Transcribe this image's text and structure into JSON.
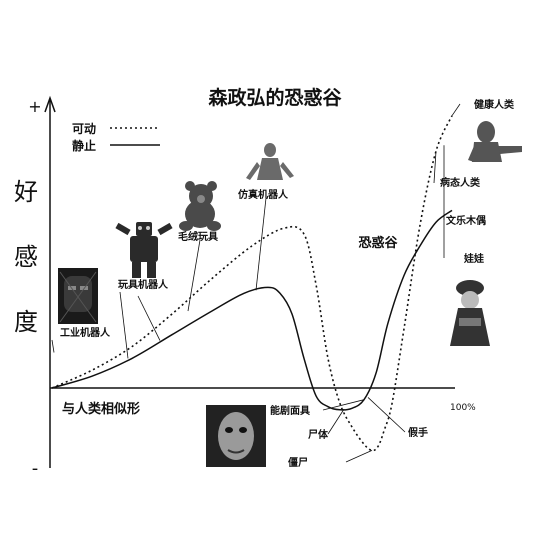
{
  "chart_data": {
    "type": "line",
    "title": "森政弘的恐惑谷",
    "ylabel": "好感度",
    "xlabel": "与人类相似形",
    "y_plus": "+",
    "y_minus": "-",
    "x_end_label": "100%",
    "valley_label": "恐惑谷",
    "xlim": [
      0,
      100
    ],
    "ylim": [
      -100,
      100
    ],
    "legend": {
      "position": "top-left",
      "items": [
        {
          "label": "可动",
          "style": "dotted"
        },
        {
          "label": "静止",
          "style": "solid"
        }
      ]
    },
    "series": [
      {
        "name": "可动",
        "style": "dotted",
        "x": [
          0,
          10,
          20,
          30,
          40,
          50,
          58,
          63,
          66,
          69,
          72,
          75,
          78,
          80,
          81.5,
          83,
          85,
          88,
          92,
          96,
          100
        ],
        "y": [
          0,
          6,
          14,
          25,
          37,
          48,
          54,
          52,
          35,
          10,
          -20,
          -50,
          -72,
          -80,
          -75,
          -55,
          -20,
          20,
          55,
          80,
          92
        ]
      },
      {
        "name": "静止",
        "style": "solid",
        "x": [
          0,
          10,
          20,
          30,
          40,
          48,
          54,
          57,
          60,
          63,
          66,
          69,
          72,
          75,
          78,
          81,
          84,
          88,
          92,
          96,
          100
        ],
        "y": [
          0,
          4,
          10,
          18,
          26,
          32,
          34,
          32,
          25,
          10,
          -10,
          -24,
          -28,
          -26,
          -15,
          5,
          22,
          38,
          48,
          56,
          60
        ]
      }
    ],
    "annotations": [
      {
        "label": "工业机器人",
        "x": 0.5,
        "y": 12
      },
      {
        "label": "玩具机器人",
        "x": 19,
        "y": 10
      },
      {
        "label": "毛绒玩具",
        "x": 34,
        "y": 26
      },
      {
        "label": "仿真机器人",
        "x": 51,
        "y": 33
      },
      {
        "label": "能剧面具",
        "x": 78,
        "y": -15
      },
      {
        "label": "尸体",
        "x": 73,
        "y": -27
      },
      {
        "label": "假手",
        "x": 79,
        "y": -12
      },
      {
        "label": "僵尸",
        "x": 80,
        "y": -80
      },
      {
        "label": "娃娃",
        "x": 98,
        "y": 58
      },
      {
        "label": "文乐木偶",
        "x": 98,
        "y": 82
      },
      {
        "label": "病态人类",
        "x": 96,
        "y": 80
      },
      {
        "label": "健康人类",
        "x": 100,
        "y": 92
      }
    ]
  }
}
